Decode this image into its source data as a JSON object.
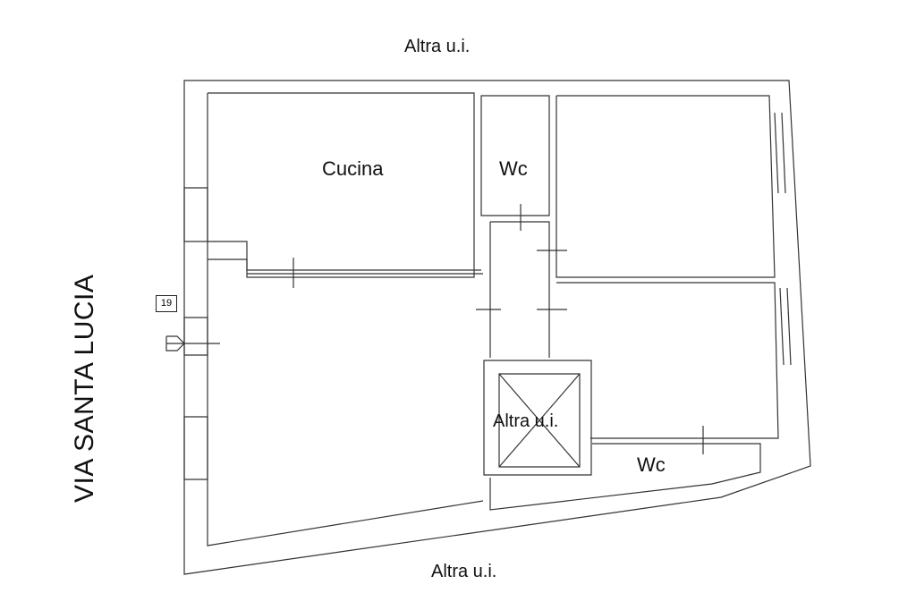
{
  "labels": {
    "neighbor_top": "Altra u.i.",
    "neighbor_bottom": "Altra u.i.",
    "neighbor_center": "Altra u.i.",
    "street": "VIA SANTA LUCIA",
    "civic_number": "19"
  },
  "rooms": {
    "kitchen": "Cucina",
    "wc_top": "Wc",
    "wc_bottom": "Wc"
  },
  "colors": {
    "line": "#333333",
    "fill": "#ffffff"
  }
}
